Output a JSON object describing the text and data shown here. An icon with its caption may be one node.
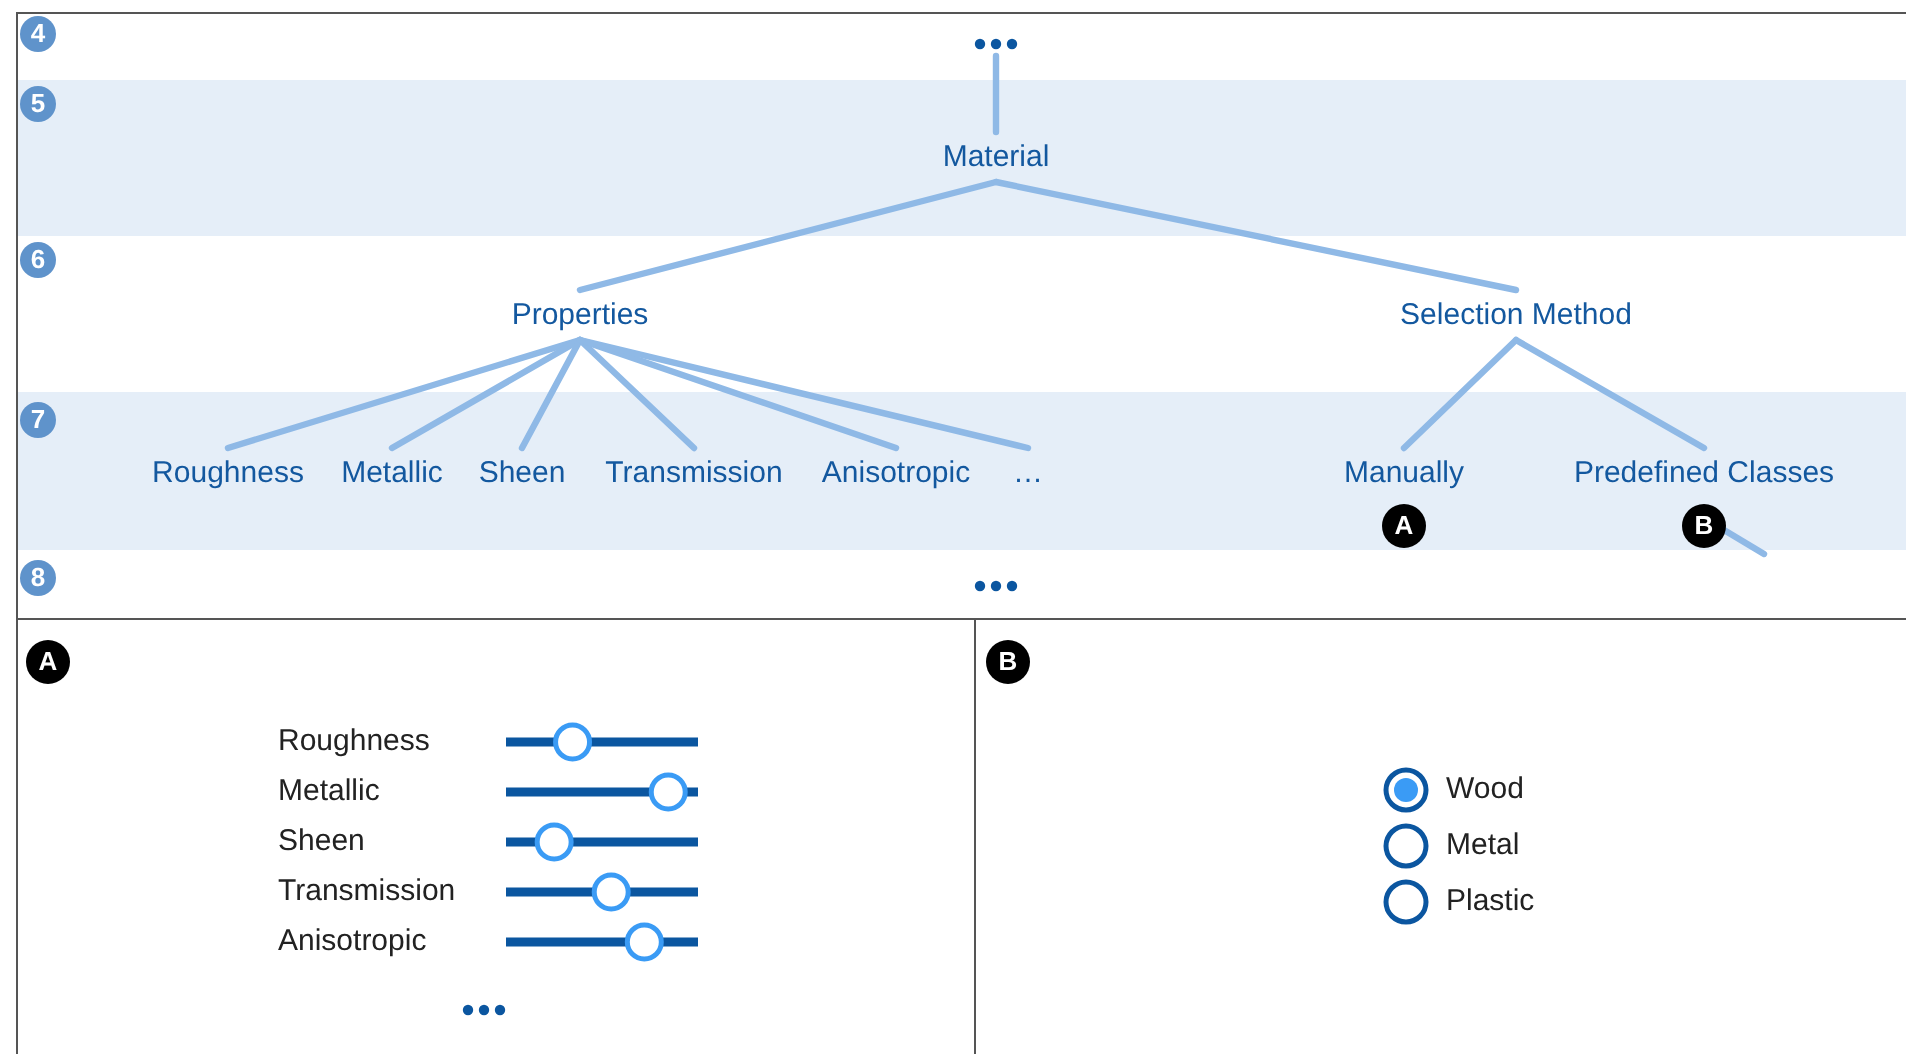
{
  "diagram": {
    "nodes": [
      {
        "text": [],
        "shape": "dots"
      },
      {
        "text": [
          "Material"
        ]
      },
      {
        "text": [
          "Properties"
        ]
      },
      {
        "text": [
          "Selection Method"
        ]
      },
      {
        "text": [
          "Roughness"
        ]
      },
      {
        "text": [
          "Metallic"
        ]
      },
      {
        "text": [
          "Sheen"
        ]
      },
      {
        "text": [
          "Transmission"
        ]
      },
      {
        "text": [
          "Anisotropic"
        ]
      },
      {
        "text": [
          "…"
        ]
      },
      {
        "text": [
          "Manually"
        ],
        "beside": [
          "A"
        ]
      },
      {
        "text": [
          "Predefined Classes"
        ],
        "beside": [
          "B"
        ]
      }
    ],
    "edges": [
      {
        "from": 0,
        "to": 1,
        "arrow": "none"
      },
      {
        "from": 1,
        "to": 2,
        "arrow": "none"
      },
      {
        "from": 1,
        "to": 3,
        "arrow": "none"
      },
      {
        "from": 2,
        "to": 4,
        "arrow": "none"
      },
      {
        "from": 2,
        "to": 5,
        "arrow": "none"
      },
      {
        "from": 2,
        "to": 6,
        "arrow": "none"
      },
      {
        "from": 2,
        "to": 7,
        "arrow": "none"
      },
      {
        "from": 2,
        "to": 8,
        "arrow": "none"
      },
      {
        "from": 2,
        "to": 9,
        "arrow": "none"
      },
      {
        "from": 3,
        "to": 10,
        "arrow": "none"
      },
      {
        "from": 3,
        "to": 11,
        "arrow": "none"
      },
      {
        "from": 11,
        "to": null,
        "arrow": "none"
      }
    ],
    "labels": [
      "4",
      "5",
      "6",
      "7",
      "8",
      "A",
      "Roughness",
      "Metallic",
      "Sheen",
      "Transmission",
      "Anisotropic",
      "B",
      "Wood",
      "Metal",
      "Plastic"
    ]
  }
}
